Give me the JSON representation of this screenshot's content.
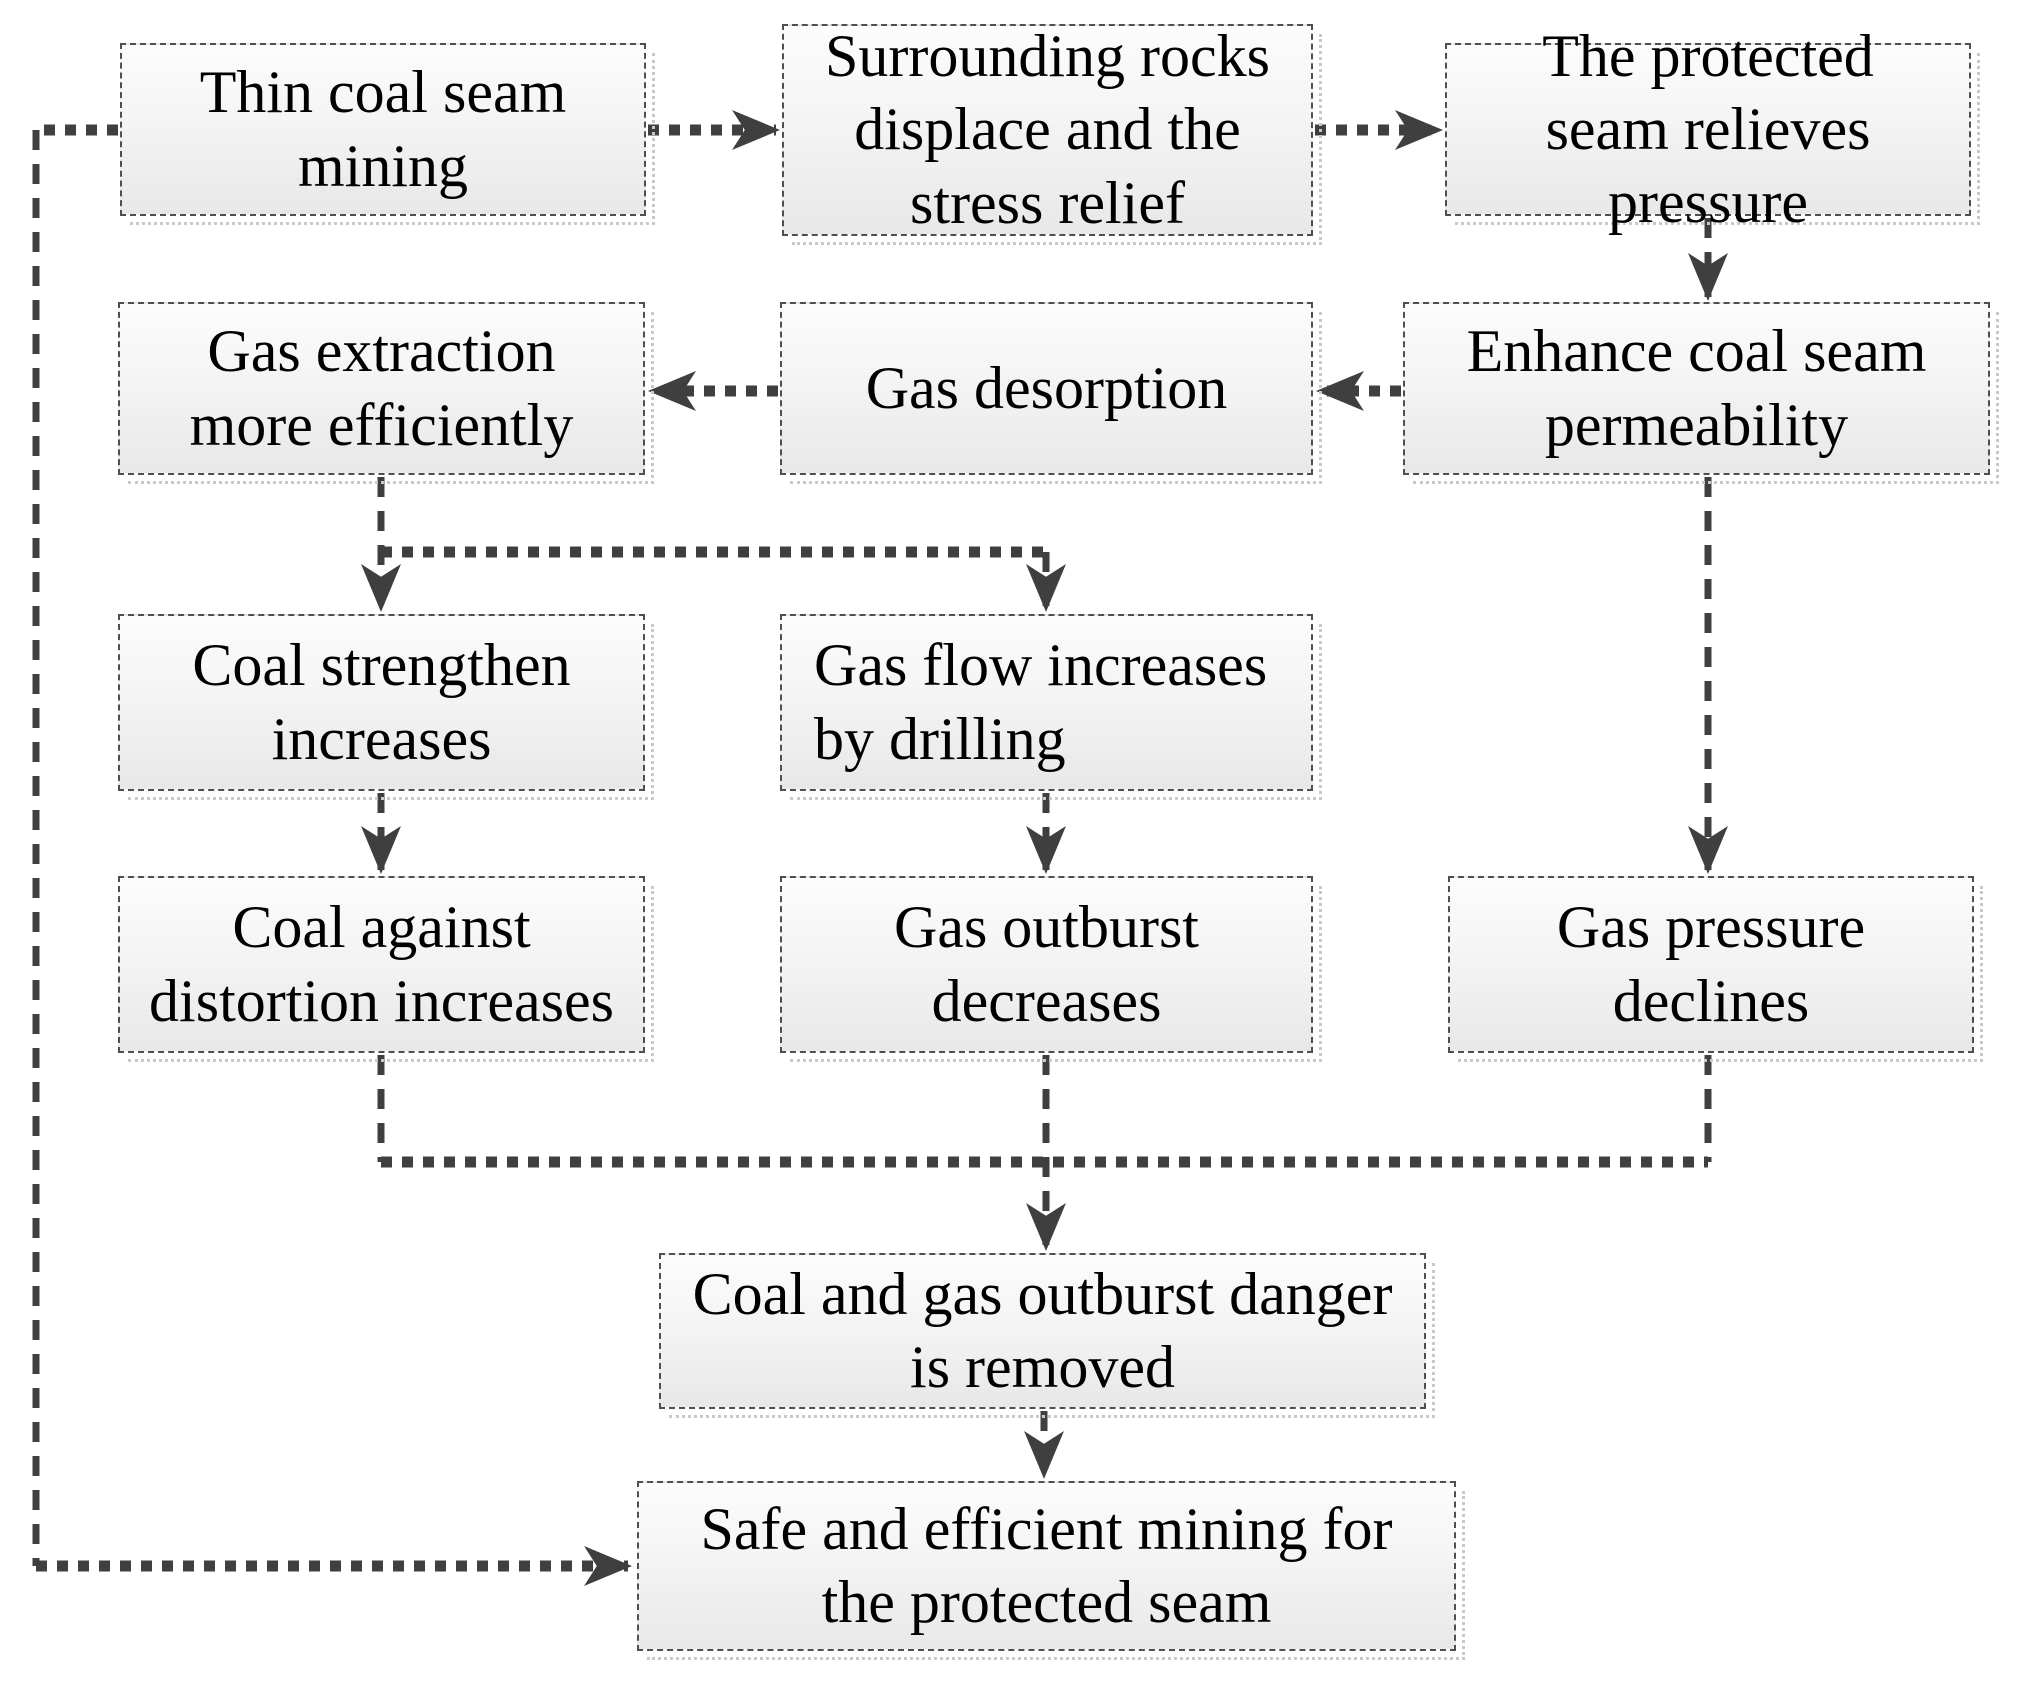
{
  "diagram": {
    "type": "flowchart",
    "colors": {
      "background": "#ffffff",
      "arrow": "#3f3f3f",
      "box_border": "#4f4f4f",
      "box_fill_top": "#fcfcfc",
      "box_fill_bottom": "#e8e8e8",
      "shadow": "#c9c9c9",
      "text": "#000000"
    },
    "nodes": [
      {
        "id": "thin-coal-seam-mining",
        "label": "Thin coal seam mining"
      },
      {
        "id": "surrounding-rocks-displace",
        "label": "Surrounding rocks displace and the stress relief"
      },
      {
        "id": "protected-seam-relieves-pressure",
        "label": "The protected seam relieves pressure"
      },
      {
        "id": "gas-extraction-more-efficiently",
        "label": "Gas extraction more efficiently"
      },
      {
        "id": "gas-desorption",
        "label": "Gas desorption"
      },
      {
        "id": "enhance-coal-seam-permeability",
        "label": "Enhance coal seam permeability"
      },
      {
        "id": "coal-strengthen-increases",
        "label": "Coal strengthen increases"
      },
      {
        "id": "gas-flow-increases-by-drilling",
        "label": "Gas flow increases by drilling"
      },
      {
        "id": "coal-against-distortion-increases",
        "label": "Coal against distortion increases"
      },
      {
        "id": "gas-outburst-decreases",
        "label": "Gas outburst decreases"
      },
      {
        "id": "gas-pressure-declines",
        "label": "Gas pressure declines"
      },
      {
        "id": "coal-and-gas-outburst-danger-removed",
        "label": "Coal and gas outburst danger is removed"
      },
      {
        "id": "safe-and-efficient-mining",
        "label": "Safe and efficient mining for the protected seam"
      }
    ],
    "edges": [
      {
        "from": "thin-coal-seam-mining",
        "to": "surrounding-rocks-displace"
      },
      {
        "from": "surrounding-rocks-displace",
        "to": "protected-seam-relieves-pressure"
      },
      {
        "from": "protected-seam-relieves-pressure",
        "to": "enhance-coal-seam-permeability"
      },
      {
        "from": "enhance-coal-seam-permeability",
        "to": "gas-desorption"
      },
      {
        "from": "gas-desorption",
        "to": "gas-extraction-more-efficiently"
      },
      {
        "from": "gas-extraction-more-efficiently",
        "to": "coal-strengthen-increases"
      },
      {
        "from": "gas-extraction-more-efficiently",
        "to": "gas-flow-increases-by-drilling"
      },
      {
        "from": "coal-strengthen-increases",
        "to": "coal-against-distortion-increases"
      },
      {
        "from": "gas-flow-increases-by-drilling",
        "to": "gas-outburst-decreases"
      },
      {
        "from": "enhance-coal-seam-permeability",
        "to": "gas-pressure-declines"
      },
      {
        "from": "coal-against-distortion-increases",
        "to": "coal-and-gas-outburst-danger-removed"
      },
      {
        "from": "gas-outburst-decreases",
        "to": "coal-and-gas-outburst-danger-removed"
      },
      {
        "from": "gas-pressure-declines",
        "to": "coal-and-gas-outburst-danger-removed"
      },
      {
        "from": "coal-and-gas-outburst-danger-removed",
        "to": "safe-and-efficient-mining"
      },
      {
        "from": "thin-coal-seam-mining",
        "to": "safe-and-efficient-mining"
      }
    ]
  }
}
